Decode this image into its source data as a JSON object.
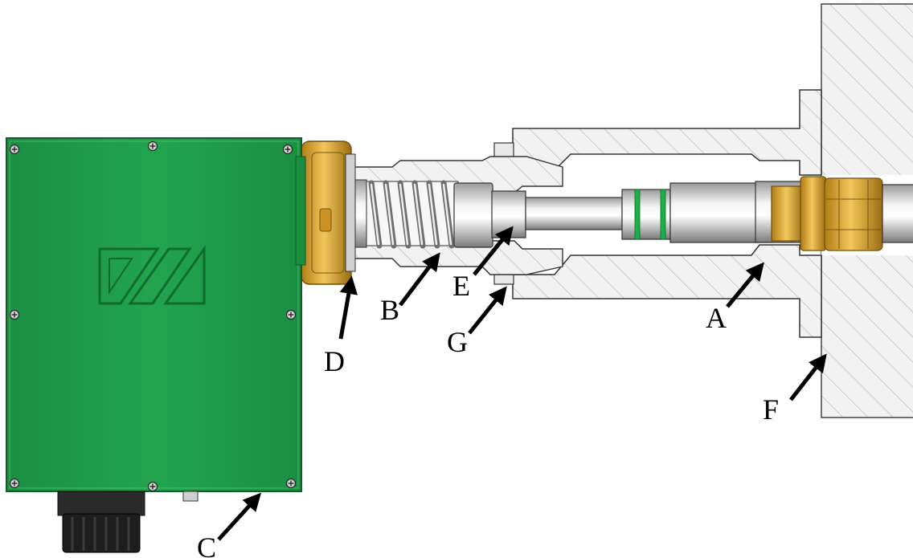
{
  "colors": {
    "housing_green": "#1f9e4a",
    "housing_edge": "#0d5e27",
    "brass": "#d6a12a",
    "brass_dark": "#9a6d12",
    "steel_light": "#e6e6e6",
    "steel_dark": "#8a8a8a",
    "section_fill": "#f2f2f2",
    "hatch_line": "#9a9a9a",
    "outline": "#222222",
    "oring_green": "#1bb04a",
    "arrow": "#000000"
  },
  "callouts": [
    {
      "id": "A",
      "label": "A"
    },
    {
      "id": "B",
      "label": "B"
    },
    {
      "id": "C",
      "label": "C"
    },
    {
      "id": "D",
      "label": "D"
    },
    {
      "id": "E",
      "label": "E"
    },
    {
      "id": "F",
      "label": "F"
    },
    {
      "id": "G",
      "label": "G"
    }
  ],
  "icons": {
    "housing_logo": "parallelogram-logo-icon",
    "screw": "screw-head-icon",
    "connector": "connector-icon"
  }
}
